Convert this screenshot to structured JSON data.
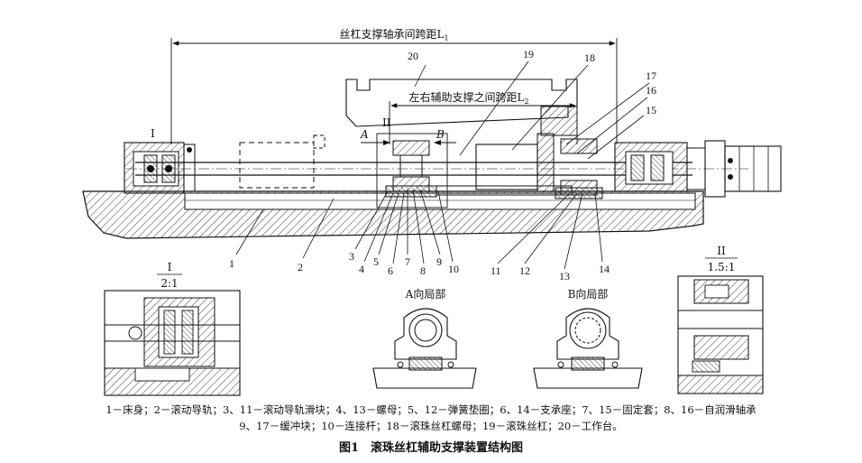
{
  "dimension": {
    "span_L1": "丝杠支撑轴承间跨距L",
    "span_L1_sub": "1",
    "span_L2": "左右辅助支撑之间跨距L",
    "span_L2_sub": "2"
  },
  "section_marks": {
    "I": "I",
    "II": "II",
    "A": "A",
    "B": "B"
  },
  "part_numbers_top": [
    "20",
    "19",
    "18",
    "17",
    "16",
    "15"
  ],
  "part_numbers_bottom": [
    "1",
    "2",
    "3",
    "4",
    "5",
    "6",
    "7",
    "8",
    "9",
    "10",
    "11",
    "12",
    "13",
    "14"
  ],
  "detail_views": {
    "detail_I_title": "I",
    "detail_I_scale": "2:1",
    "view_A_title": "A向局部",
    "view_B_title": "B向局部",
    "detail_II_title": "II",
    "detail_II_scale": "1.5:1"
  },
  "legend_line1": "1－床身；2－滚动导轨；3、11－滚动导轨滑块；4、13－螺母；5、12－弹簧垫圈；6、14－支承座；7、15－固定套；8、16－自润滑轴承",
  "legend_line2": "9、17－缓冲块；10－连接杆；18－滚珠丝杠螺母；19－滚珠丝杠；20－工作台。",
  "caption": "图1　滚珠丝杠辅助支撑装置结构图"
}
